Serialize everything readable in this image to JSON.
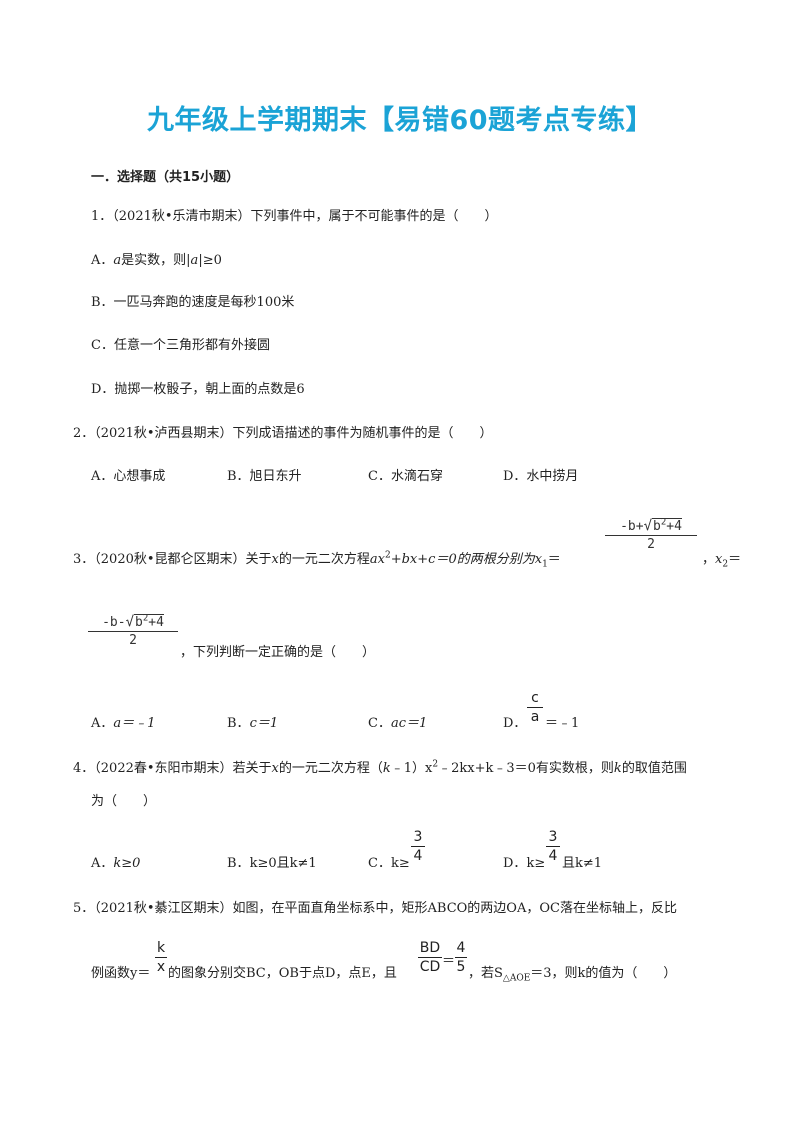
{
  "title": "九年级上学期期末【易错60题考点专练】",
  "section": "一．选择题（共15小题）",
  "q1": {
    "stem": "1．（2021秋•乐清市期末）下列事件中，属于不可能事件的是（　　）",
    "A_pre": "A．",
    "A_var": "a",
    "A_mid": "是实数，则|",
    "A_var2": "a",
    "A_post": "|≥0",
    "B": "B．一匹马奔跑的速度是每秒100米",
    "C": "C．任意一个三角形都有外接圆",
    "D": "D．抛掷一枚骰子，朝上面的点数是6"
  },
  "q2": {
    "stem": "2．（2021秋•泸西县期末）下列成语描述的事件为随机事件的是（　　）",
    "A": "A．心想事成",
    "B": "B．旭日东升",
    "C": "C．水滴石穿",
    "D": "D．水中捞月"
  },
  "q3": {
    "stem_pre": "3．（2020秋•昆都仑区期末）关于",
    "x": "x",
    "stem_mid": "的一元二次方程",
    "eq_a": "ax",
    "sup2": "2",
    "eq_rest": "+bx+c＝0的两根分别为",
    "x1": "x",
    "x1_sub": "1",
    "eq_sign": "＝",
    "frac1_num_pre": "-b+",
    "frac_rad": "√",
    "frac_under": "b",
    "frac_under_rest": "+4",
    "frac_den": "2",
    "comma": "，",
    "x2": "x",
    "x2_sub": "2",
    "frac2_num_pre": "-b-",
    "tail": "，下列判断一定正确的是（　　）",
    "A": "A．",
    "A_expr": "a＝﹣1",
    "B": "B．",
    "B_expr": "c＝1",
    "C": "C．",
    "C_expr": "ac＝1",
    "D": "D．",
    "D_num": "c",
    "D_den": "a",
    "D_rest": "＝﹣1"
  },
  "q4": {
    "stem_pre": "4．（2022春•东阳市期末）若关于",
    "x": "x",
    "stem_mid": "的一元二次方程（",
    "k": "k",
    "stem_eq": "﹣1）x",
    "sup2": "2",
    "stem_eq2": "﹣2kx+k﹣3＝0有实数根，则",
    "stem_end": "的取值范围",
    "line2": "为（　　）",
    "A": "A．",
    "A_expr": "k≥0",
    "B": "B．",
    "B_expr": "k≥0且k≠1",
    "C": "C．",
    "C_expr": "k≥",
    "C_num": "3",
    "C_den": "4",
    "D": "D．",
    "D_expr": "k≥",
    "D_num": "3",
    "D_den": "4",
    "D_post": "且k≠1"
  },
  "q5": {
    "stem": "5．（2021秋•綦江区期末）如图，在平面直角坐标系中，矩形ABCO的两边OA，OC落在坐标轴上，反比",
    "line2_pre": "例函数y＝",
    "k_num": "k",
    "x_den": "x",
    "line2_mid": "的图象分别交BC，OB于点D，点E，且",
    "bd": "BD",
    "cd": "CD",
    "eq": "＝",
    "n4": "4",
    "n5": "5",
    "line2_end": "，若S",
    "sub_aoe": "△AOE",
    "line2_tail": "＝3，则k的值为（　　）"
  }
}
